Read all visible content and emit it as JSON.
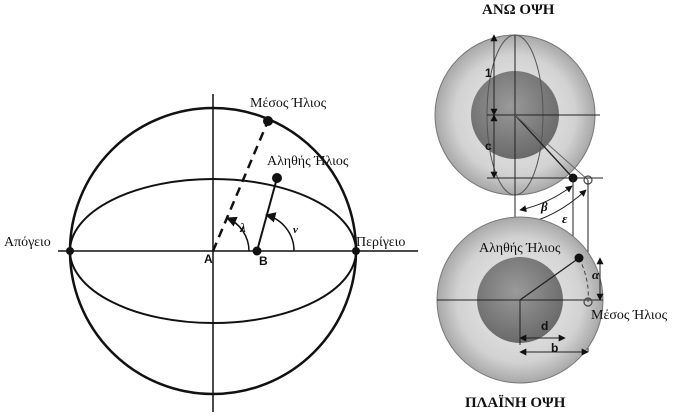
{
  "left_diagram": {
    "apogee": "Απόγειο",
    "perigee": "Περίγειο",
    "mean_sun": "Μέσος Ήλιος",
    "true_sun": "Αληθής Ήλιος",
    "point_a": "A",
    "point_b": "B",
    "angle_lambda": "λ",
    "angle_nu": "ν"
  },
  "right_diagram": {
    "top_title": "ΑΝΩ ΟΨΗ",
    "bottom_title": "ΠΛΑΪΝΗ ΟΨΗ",
    "true_sun": "Αληθής Ήλιος",
    "mean_sun": "Μέσος Ήλιος",
    "dim_1": "1",
    "dim_c": "c",
    "angle_beta": "β",
    "angle_epsilon": "ε",
    "angle_alpha": "α",
    "dim_d": "d",
    "dim_b": "b"
  }
}
